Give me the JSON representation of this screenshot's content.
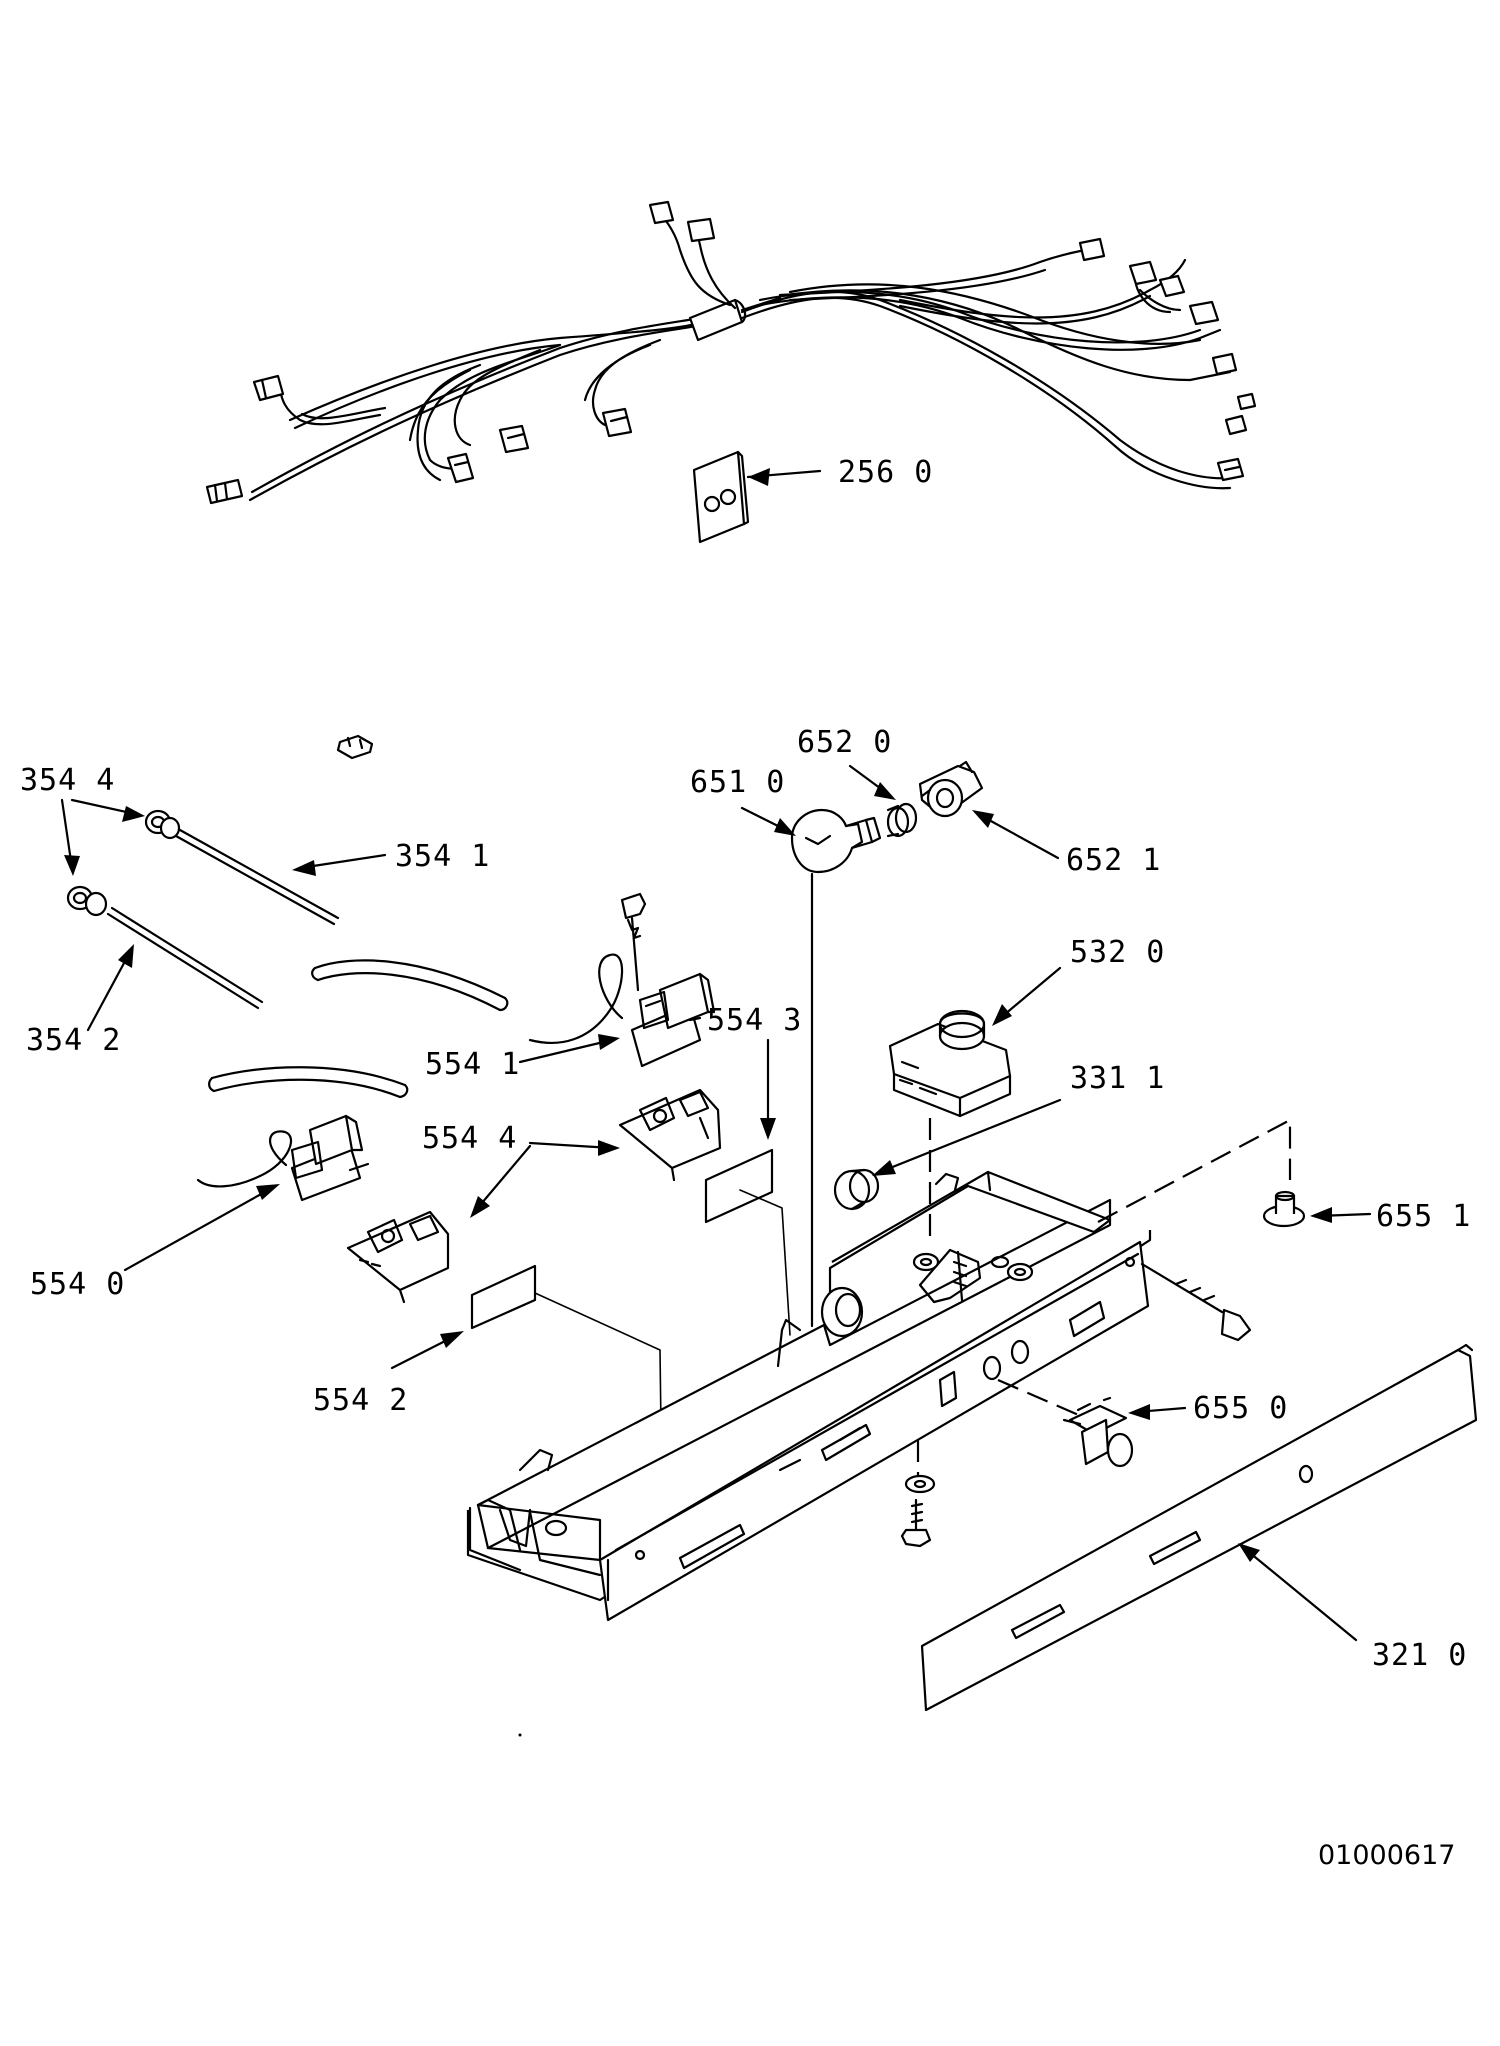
{
  "labels": {
    "harness_bracket": "256 0",
    "nut_pair": "354 4",
    "rod_upper": "354 1",
    "rod_lower": "354 2",
    "bulb_socket": "652 0",
    "bulb": "651 0",
    "socket_holder": "652 1",
    "thermostat": "532 0",
    "grommet": "331 1",
    "switch_upper": "554 1",
    "sticker_right": "554 3",
    "switch_pair": "554 4",
    "switch_lower": "554 0",
    "sticker_left": "554 2",
    "push_nut": "655 1",
    "knob_switch": "655 0",
    "front_strip": "321 0"
  },
  "document_id": "01000617"
}
